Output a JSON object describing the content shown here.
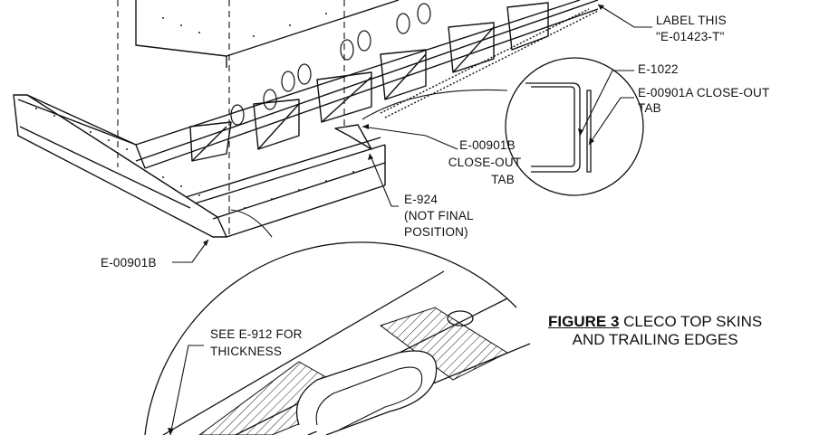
{
  "callouts": {
    "label_note_line1": "LABEL THIS",
    "label_note_line2": "\"E-01423-T\"",
    "e1022": "E-1022",
    "e00901a_line1": "E-00901A CLOSE-OUT",
    "e00901a_line2": "TAB",
    "e00901b_tab_line1": "E-00901B",
    "e00901b_tab_line2": "CLOSE-OUT",
    "e00901b_tab_line3": "TAB",
    "e924_line1": "E-924",
    "e924_line2": "(NOT FINAL",
    "e924_line3": "POSITION)",
    "e00901b": "E-00901B",
    "see_e912_line1": "SEE E-912 FOR",
    "see_e912_line2": "THICKNESS"
  },
  "figure": {
    "number": "FIGURE 3",
    "title_line1_rest": " CLECO TOP SKINS",
    "title_line2": "AND TRAILING EDGES"
  }
}
